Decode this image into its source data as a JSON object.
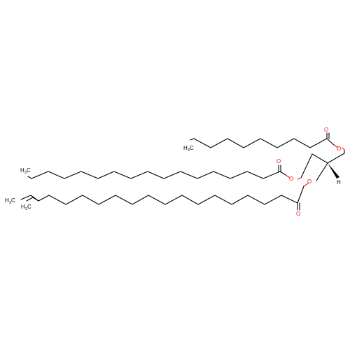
{
  "atom_labels": {
    "oxygen": "O",
    "hydrogen": "H",
    "methyl_c": "C",
    "methyl_h3": "H",
    "methyl_sub": "3"
  },
  "colors": {
    "bond": "#000000",
    "oxygen": "#ff0d0d",
    "background": "#ffffff"
  }
}
